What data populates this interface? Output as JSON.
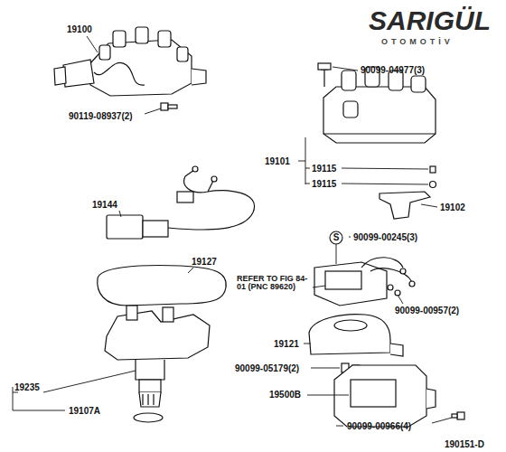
{
  "diagram": {
    "nodes": [
      {
        "text": [
          "S"
        ]
      }
    ],
    "edges": [],
    "labels": [
      "SARIGÜL",
      "OTOMOTİV",
      "19100",
      "90119-08937(2)",
      "90099-04977(3)",
      "19101",
      "19115",
      "19115",
      "19102",
      "90099-00245(3)",
      "19144",
      "19127",
      "REFER TO FIG 84-01 (PNC 89620)",
      "90099-00957(2)",
      "19121",
      "90099-05179(2)",
      "19500B",
      "19235",
      "19107A",
      "90099-00966(4)",
      "190151-D"
    ]
  }
}
